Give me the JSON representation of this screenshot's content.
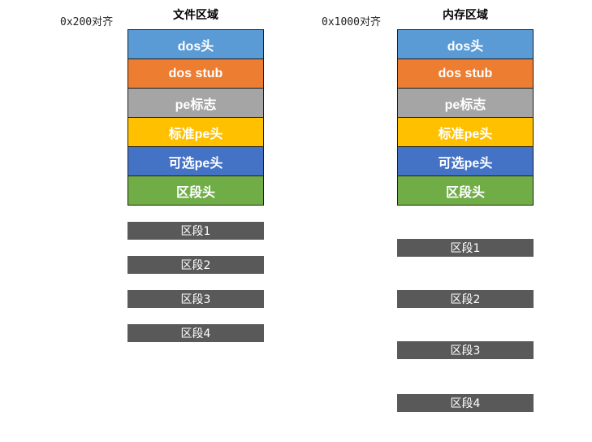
{
  "file_column": {
    "alignment_label": "0x200对齐",
    "title": "文件区域",
    "headers": [
      {
        "label": "dos头",
        "color": "#5b9bd5"
      },
      {
        "label": "dos stub",
        "color": "#ed7d31"
      },
      {
        "label": "pe标志",
        "color": "#a5a5a5"
      },
      {
        "label": "标准pe头",
        "color": "#ffc000"
      },
      {
        "label": "可选pe头",
        "color": "#4472c4"
      },
      {
        "label": "区段头",
        "color": "#70ad47"
      }
    ],
    "sections": [
      {
        "label": "区段1"
      },
      {
        "label": "区段2"
      },
      {
        "label": "区段3"
      },
      {
        "label": "区段4"
      }
    ]
  },
  "memory_column": {
    "alignment_label": "0x1000对齐",
    "title": "内存区域",
    "headers": [
      {
        "label": "dos头",
        "color": "#5b9bd5"
      },
      {
        "label": "dos stub",
        "color": "#ed7d31"
      },
      {
        "label": "pe标志",
        "color": "#a5a5a5"
      },
      {
        "label": "标准pe头",
        "color": "#ffc000"
      },
      {
        "label": "可选pe头",
        "color": "#4472c4"
      },
      {
        "label": "区段头",
        "color": "#70ad47"
      }
    ],
    "sections": [
      {
        "label": "区段1"
      },
      {
        "label": "区段2"
      },
      {
        "label": "区段3"
      },
      {
        "label": "区段4"
      }
    ]
  },
  "section_bar_color": "#595959"
}
